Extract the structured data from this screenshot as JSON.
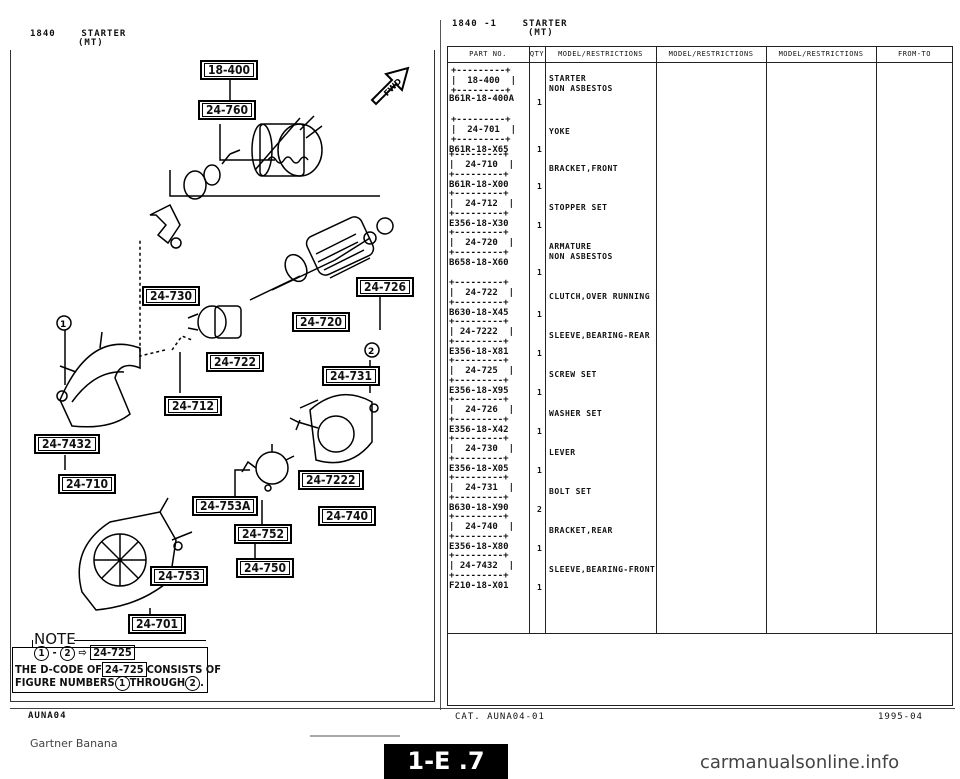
{
  "header_left": {
    "code": "1840",
    "title": "STARTER",
    "subtitle": "(MT)"
  },
  "header_right": {
    "code": "1840 -1",
    "title": "STARTER",
    "subtitle": "(MT)"
  },
  "table_headers": [
    "PART NO.",
    "QTY",
    "MODEL/RESTRICTIONS",
    "MODEL/RESTRICTIONS",
    "MODEL/RESTRICTIONS",
    "FROM-TO"
  ],
  "parts": [
    {
      "ref": "18-400",
      "part_no": "B61R-18-400A",
      "qty": "1",
      "desc": [
        "STARTER",
        "NON ASBESTOS"
      ]
    },
    {
      "ref": "24-701",
      "part_no": "B61R-18-X65",
      "qty": "1",
      "desc": [
        "YOKE"
      ]
    },
    {
      "ref": "24-710",
      "part_no": "B61R-18-X00",
      "qty": "1",
      "desc": [
        "BRACKET,FRONT"
      ]
    },
    {
      "ref": "24-712",
      "part_no": "E356-18-X30",
      "qty": "1",
      "desc": [
        "STOPPER SET"
      ]
    },
    {
      "ref": "24-720",
      "part_no": "B658-18-X60",
      "qty": "1",
      "desc": [
        "ARMATURE",
        "NON ASBESTOS"
      ]
    },
    {
      "ref": "24-722",
      "part_no": "B630-18-X45",
      "qty": "1",
      "desc": [
        "CLUTCH,OVER RUNNING"
      ]
    },
    {
      "ref": "24-7222",
      "part_no": "E356-18-X81",
      "qty": "1",
      "desc": [
        "SLEEVE,BEARING-REAR"
      ]
    },
    {
      "ref": "24-725",
      "part_no": "E356-18-X95",
      "qty": "1",
      "desc": [
        "SCREW SET"
      ]
    },
    {
      "ref": "24-726",
      "part_no": "E356-18-X42",
      "qty": "1",
      "desc": [
        "WASHER SET"
      ]
    },
    {
      "ref": "24-730",
      "part_no": "E356-18-X05",
      "qty": "1",
      "desc": [
        "LEVER"
      ]
    },
    {
      "ref": "24-731",
      "part_no": "B630-18-X90",
      "qty": "2",
      "desc": [
        "BOLT SET"
      ]
    },
    {
      "ref": "24-740",
      "part_no": "E356-18-X80",
      "qty": "1",
      "desc": [
        "BRACKET,REAR"
      ]
    },
    {
      "ref": "24-7432",
      "part_no": "F210-18-X01",
      "qty": "1",
      "desc": [
        "SLEEVE,BEARING-FRONT"
      ]
    }
  ],
  "diagram": {
    "labels": {
      "l18400": "18-400",
      "l24760": "24-760",
      "l24726": "24-726",
      "l24730": "24-730",
      "l24720": "24-720",
      "l24722": "24-722",
      "l24731": "24-731",
      "l24712": "24-712",
      "l247432": "24-7432",
      "l24710": "24-710",
      "l247222": "24-7222",
      "l24753a": "24-753A",
      "l24740": "24-740",
      "l24752": "24-752",
      "l24750": "24-750",
      "l24753": "24-753",
      "l24701": "24-701"
    },
    "fwd": "FWD",
    "callout1": "1",
    "callout2": "2"
  },
  "note": {
    "title": "NOTE",
    "line1_num1": "1",
    "line1_num2": "2",
    "line1_tag": "24-725",
    "line2_a": "THE D-CODE OF",
    "line2_tag": "24-725",
    "line2_b": "CONSISTS OF",
    "line3_a": "FIGURE NUMBERS",
    "line3_num1": "1",
    "line3_b": "THROUGH",
    "line3_num2": "2"
  },
  "footer": {
    "left_code": "AUNA04",
    "cat": "CAT. AUNA04-01",
    "date": "1995-04",
    "credit": "Gartner Banana",
    "page_tag": "1-E .7",
    "watermark": "carmanualsonline.info"
  }
}
